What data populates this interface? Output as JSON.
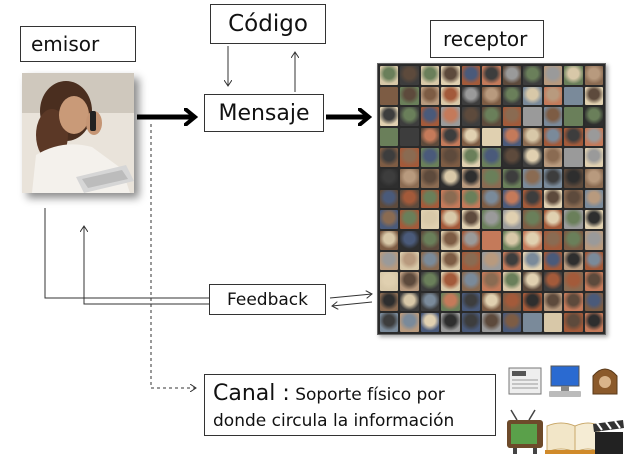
{
  "labels": {
    "emisor": "emisor",
    "codigo": "Código",
    "mensaje": "Mensaje",
    "receptor": "receptor",
    "feedback": "Feedback",
    "canal_title": "Canal :",
    "canal_description": "Soporte físico por donde circula la información"
  },
  "images": {
    "emisor_photo": "woman-on-phone-photo",
    "receptor_collage": "audience-faces-collage",
    "media_icons": [
      "newspaper-icon",
      "radio-icon",
      "television-icon",
      "book-icon",
      "clapperboard-icon",
      "computer-icon"
    ]
  },
  "colors": {
    "arrow": "#000000",
    "thin_line": "#333333",
    "box_border": "#333333"
  }
}
